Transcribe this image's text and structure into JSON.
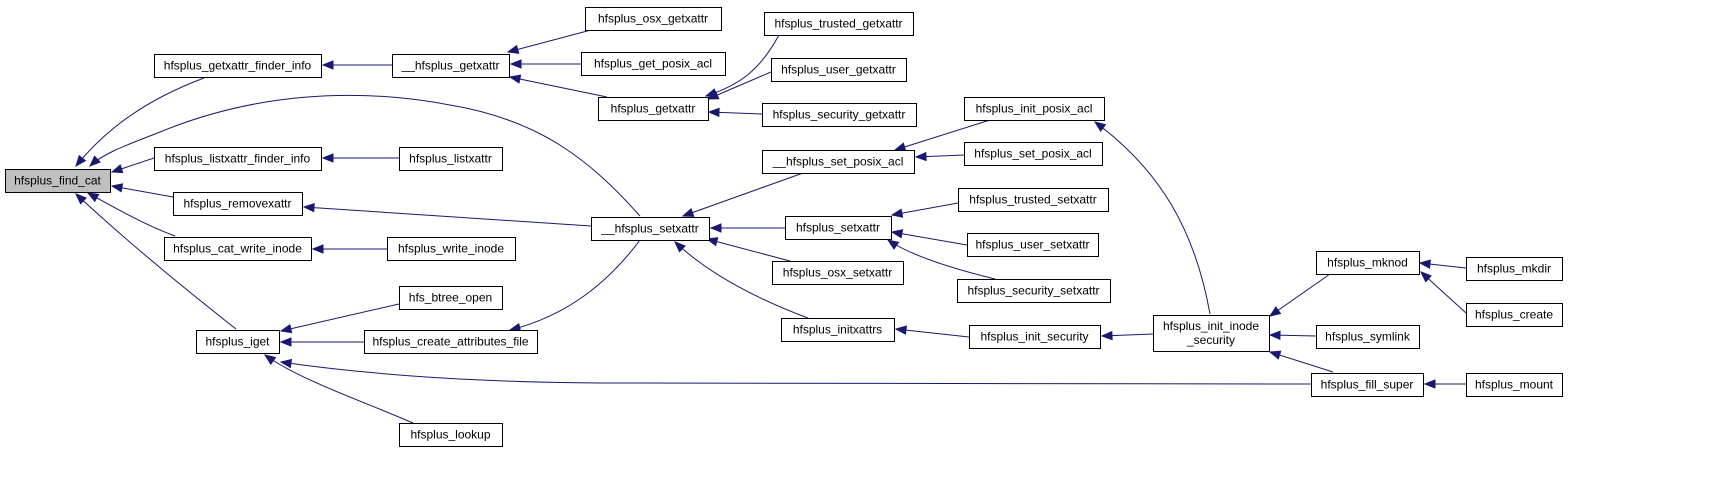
{
  "graph": {
    "colors": {
      "edge": "#191970",
      "root_fill": "#bfbfbf",
      "node_fill": "#ffffff",
      "node_border": "#000000"
    },
    "nodes": [
      {
        "id": "find_cat",
        "label": "hfsplus_find_cat",
        "root": true
      },
      {
        "id": "getxattr_finder_info",
        "label": "hfsplus_getxattr_finder_info"
      },
      {
        "id": "listxattr_finder_info",
        "label": "hfsplus_listxattr_finder_info"
      },
      {
        "id": "removexattr",
        "label": "hfsplus_removexattr"
      },
      {
        "id": "cat_write_inode",
        "label": "hfsplus_cat_write_inode"
      },
      {
        "id": "iget",
        "label": "hfsplus_iget"
      },
      {
        "id": "__getxattr",
        "label": "__hfsplus_getxattr"
      },
      {
        "id": "listxattr",
        "label": "hfsplus_listxattr"
      },
      {
        "id": "__setxattr",
        "label": "__hfsplus_setxattr"
      },
      {
        "id": "write_inode",
        "label": "hfsplus_write_inode"
      },
      {
        "id": "btree_open",
        "label": "hfs_btree_open"
      },
      {
        "id": "create_attributes_file",
        "label": "hfsplus_create_attributes_file"
      },
      {
        "id": "lookup",
        "label": "hfsplus_lookup"
      },
      {
        "id": "osx_getxattr",
        "label": "hfsplus_osx_getxattr"
      },
      {
        "id": "get_posix_acl",
        "label": "hfsplus_get_posix_acl"
      },
      {
        "id": "getxattr",
        "label": "hfsplus_getxattr"
      },
      {
        "id": "trusted_getxattr",
        "label": "hfsplus_trusted_getxattr"
      },
      {
        "id": "user_getxattr",
        "label": "hfsplus_user_getxattr"
      },
      {
        "id": "security_getxattr",
        "label": "hfsplus_security_getxattr"
      },
      {
        "id": "__set_posix_acl",
        "label": "__hfsplus_set_posix_acl"
      },
      {
        "id": "setxattr",
        "label": "hfsplus_setxattr"
      },
      {
        "id": "osx_setxattr",
        "label": "hfsplus_osx_setxattr"
      },
      {
        "id": "initxattrs",
        "label": "hfsplus_initxattrs"
      },
      {
        "id": "init_posix_acl",
        "label": "hfsplus_init_posix_acl"
      },
      {
        "id": "set_posix_acl",
        "label": "hfsplus_set_posix_acl"
      },
      {
        "id": "trusted_setxattr",
        "label": "hfsplus_trusted_setxattr"
      },
      {
        "id": "user_setxattr",
        "label": "hfsplus_user_setxattr"
      },
      {
        "id": "security_setxattr",
        "label": "hfsplus_security_setxattr"
      },
      {
        "id": "init_security",
        "label": "hfsplus_init_security"
      },
      {
        "id": "init_inode_security",
        "label": [
          "hfsplus_init_inode",
          "_security"
        ]
      },
      {
        "id": "mknod",
        "label": "hfsplus_mknod"
      },
      {
        "id": "symlink",
        "label": "hfsplus_symlink"
      },
      {
        "id": "fill_super",
        "label": "hfsplus_fill_super"
      },
      {
        "id": "mkdir",
        "label": "hfsplus_mkdir"
      },
      {
        "id": "create",
        "label": "hfsplus_create"
      },
      {
        "id": "mount",
        "label": "hfsplus_mount"
      }
    ],
    "edges": [
      {
        "from": "getxattr_finder_info",
        "to": "find_cat"
      },
      {
        "from": "__setxattr",
        "to": "find_cat"
      },
      {
        "from": "listxattr_finder_info",
        "to": "find_cat"
      },
      {
        "from": "removexattr",
        "to": "find_cat"
      },
      {
        "from": "cat_write_inode",
        "to": "find_cat"
      },
      {
        "from": "iget",
        "to": "find_cat"
      },
      {
        "from": "__getxattr",
        "to": "getxattr_finder_info"
      },
      {
        "from": "listxattr",
        "to": "listxattr_finder_info"
      },
      {
        "from": "__setxattr",
        "to": "removexattr"
      },
      {
        "from": "write_inode",
        "to": "cat_write_inode"
      },
      {
        "from": "btree_open",
        "to": "iget"
      },
      {
        "from": "create_attributes_file",
        "to": "iget"
      },
      {
        "from": "lookup",
        "to": "iget"
      },
      {
        "from": "fill_super",
        "to": "iget"
      },
      {
        "from": "osx_getxattr",
        "to": "__getxattr"
      },
      {
        "from": "get_posix_acl",
        "to": "__getxattr"
      },
      {
        "from": "getxattr",
        "to": "__getxattr"
      },
      {
        "from": "trusted_getxattr",
        "to": "getxattr"
      },
      {
        "from": "user_getxattr",
        "to": "getxattr"
      },
      {
        "from": "security_getxattr",
        "to": "getxattr"
      },
      {
        "from": "__set_posix_acl",
        "to": "__setxattr"
      },
      {
        "from": "setxattr",
        "to": "__setxattr"
      },
      {
        "from": "osx_setxattr",
        "to": "__setxattr"
      },
      {
        "from": "initxattrs",
        "to": "__setxattr"
      },
      {
        "from": "__setxattr",
        "to": "create_attributes_file"
      },
      {
        "from": "init_posix_acl",
        "to": "__set_posix_acl"
      },
      {
        "from": "set_posix_acl",
        "to": "__set_posix_acl"
      },
      {
        "from": "trusted_setxattr",
        "to": "setxattr"
      },
      {
        "from": "user_setxattr",
        "to": "setxattr"
      },
      {
        "from": "security_setxattr",
        "to": "setxattr"
      },
      {
        "from": "init_security",
        "to": "initxattrs"
      },
      {
        "from": "init_inode_security",
        "to": "init_posix_acl"
      },
      {
        "from": "init_inode_security",
        "to": "init_security"
      },
      {
        "from": "mknod",
        "to": "init_inode_security"
      },
      {
        "from": "symlink",
        "to": "init_inode_security"
      },
      {
        "from": "fill_super",
        "to": "init_inode_security"
      },
      {
        "from": "mkdir",
        "to": "mknod"
      },
      {
        "from": "create",
        "to": "mknod"
      },
      {
        "from": "mount",
        "to": "fill_super"
      }
    ]
  }
}
